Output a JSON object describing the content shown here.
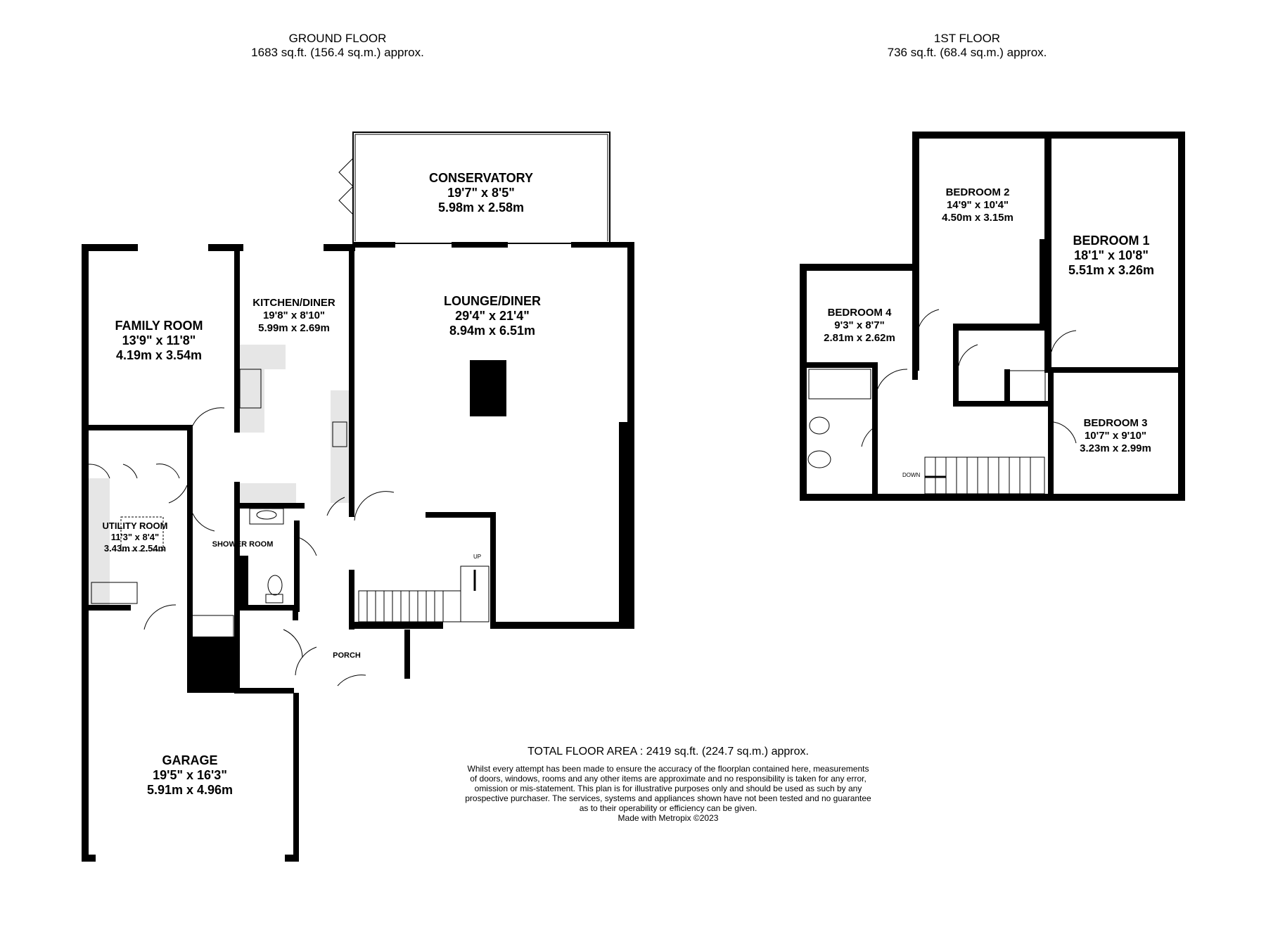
{
  "floors": [
    {
      "name": "GROUND FLOOR",
      "area": "1683 sq.ft. (156.4 sq.m.) approx."
    },
    {
      "name": "1ST FLOOR",
      "area": "736 sq.ft. (68.4 sq.m.) approx."
    }
  ],
  "rooms": {
    "conservatory": {
      "name": "CONSERVATORY",
      "imperial": "19'7\"  x 8'5\"",
      "metric": "5.98m  x 2.58m"
    },
    "family_room": {
      "name": "FAMILY ROOM",
      "imperial": "13'9\"  x 11'8\"",
      "metric": "4.19m  x 3.54m"
    },
    "kitchen_diner": {
      "name": "KITCHEN/DINER",
      "imperial": "19'8\"  x 8'10\"",
      "metric": "5.99m  x 2.69m"
    },
    "lounge_diner": {
      "name": "LOUNGE/DINER",
      "imperial": "29'4\"  x 21'4\"",
      "metric": "8.94m  x 6.51m"
    },
    "utility_room": {
      "name": "UTILITY ROOM",
      "imperial": "11'3\"  x 8'4\"",
      "metric": "3.43m  x 2.54m"
    },
    "shower_room": {
      "name": "SHOWER ROOM"
    },
    "porch": {
      "name": "PORCH"
    },
    "garage": {
      "name": "GARAGE",
      "imperial": "19'5\"  x 16'3\"",
      "metric": "5.91m  x 4.96m"
    },
    "bedroom1": {
      "name": "BEDROOM 1",
      "imperial": "18'1\"  x 10'8\"",
      "metric": "5.51m  x 3.26m"
    },
    "bedroom2": {
      "name": "BEDROOM 2",
      "imperial": "14'9\"  x 10'4\"",
      "metric": "4.50m  x 3.15m"
    },
    "bedroom3": {
      "name": "BEDROOM 3",
      "imperial": "10'7\"  x 9'10\"",
      "metric": "3.23m  x 2.99m"
    },
    "bedroom4": {
      "name": "BEDROOM 4",
      "imperial": "9'3\"  x 8'7\"",
      "metric": "2.81m  x 2.62m"
    }
  },
  "stair_labels": {
    "up": "UP",
    "down": "DOWN"
  },
  "total_area": "TOTAL FLOOR AREA : 2419 sq.ft. (224.7 sq.m.) approx.",
  "disclaimer": [
    "Whilst every attempt has been made to ensure the accuracy of the floorplan contained here, measurements",
    "of doors, windows, rooms and any other items are approximate and no responsibility is taken for any error,",
    "omission or mis-statement. This plan is for illustrative purposes only and should be used as such by any",
    "prospective purchaser. The services, systems and appliances shown have not been tested and no guarantee",
    "as to their operability or efficiency can be given.",
    "Made with Metropix ©2023"
  ]
}
